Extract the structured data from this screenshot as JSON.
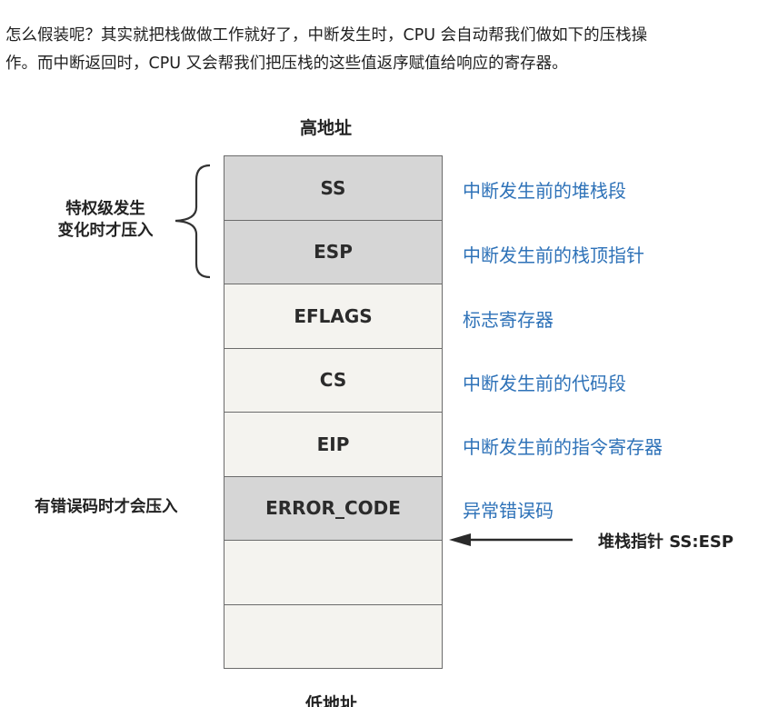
{
  "intro": {
    "line1": "怎么假装呢？其实就把栈做做工作就好了，中断发生时，CPU 会自动帮我们做如下的压栈操",
    "line2": "作。而中断返回时，CPU 又会帮我们把压栈的这些值返序赋值给响应的寄存器。"
  },
  "diagram": {
    "high_address": "高地址",
    "low_address": "低地址",
    "cells": [
      {
        "label": "SS",
        "desc": "中断发生前的堆栈段",
        "shade": "dark"
      },
      {
        "label": "ESP",
        "desc": "中断发生前的栈顶指针",
        "shade": "dark"
      },
      {
        "label": "EFLAGS",
        "desc": "标志寄存器",
        "shade": "light"
      },
      {
        "label": "CS",
        "desc": "中断发生前的代码段",
        "shade": "light"
      },
      {
        "label": "EIP",
        "desc": "中断发生前的指令寄存器",
        "shade": "light"
      },
      {
        "label": "ERROR_CODE",
        "desc": "异常错误码",
        "shade": "dark"
      },
      {
        "label": "",
        "desc": "",
        "shade": "light"
      },
      {
        "label": "",
        "desc": "",
        "shade": "light"
      }
    ],
    "privilege_note_line1": "特权级发生",
    "privilege_note_line2": "变化时才压入",
    "error_note": "有错误码时才会压入",
    "stack_pointer_label": "堆栈指针 SS:ESP"
  },
  "colors": {
    "desc_text": "#2e72b8",
    "dark_cell": "#d6d6d6",
    "light_cell": "#f4f3ef",
    "border": "#6b6b6b"
  }
}
